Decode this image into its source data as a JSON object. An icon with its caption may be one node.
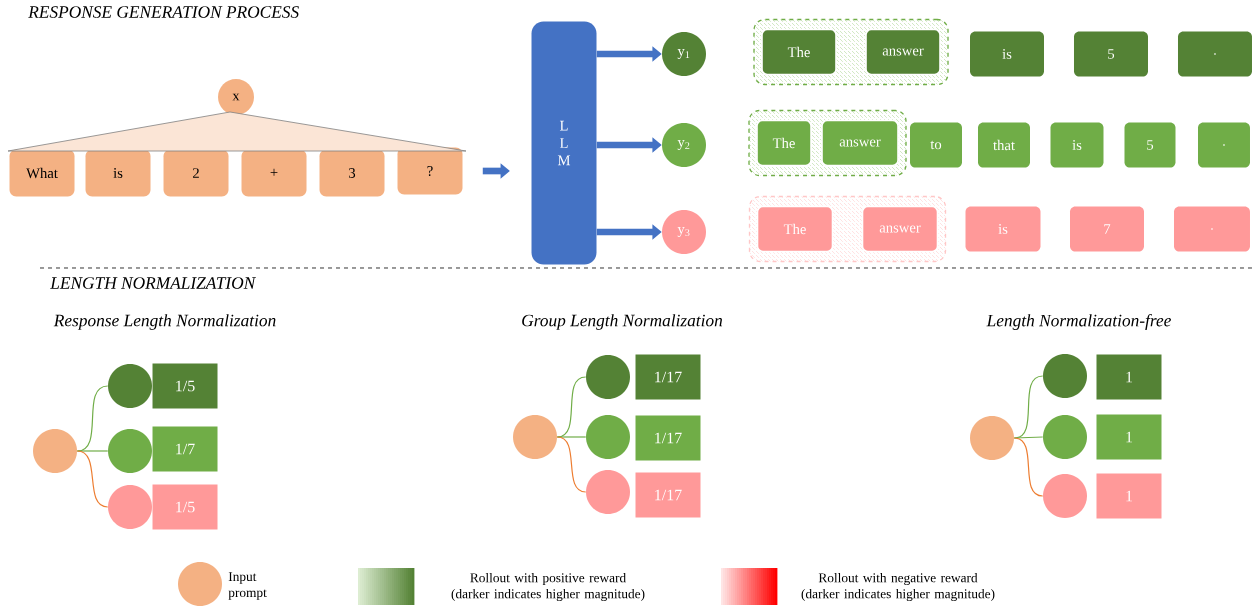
{
  "diagram": {
    "nodes": [
      {
        "text": [
          "x"
        ]
      },
      {
        "text": [
          "What"
        ]
      },
      {
        "text": [
          "is"
        ]
      },
      {
        "text": [
          "2"
        ]
      },
      {
        "text": [
          "+"
        ]
      },
      {
        "text": [
          "3"
        ]
      },
      {
        "text": [
          "?"
        ]
      },
      {
        "text": [
          "L L M"
        ]
      },
      {
        "text": [
          "y$_{1}$"
        ]
      },
      {
        "text": [
          "y$_{2}$"
        ]
      },
      {
        "text": [
          "y$_{3}$"
        ]
      },
      {
        "text": [],
        "shape": "box"
      },
      {
        "text": [
          "The"
        ],
        "in": 11
      },
      {
        "text": [
          "answer"
        ],
        "in": 11
      },
      {
        "text": [
          "is"
        ]
      },
      {
        "text": [
          "5"
        ]
      },
      {
        "text": [
          "."
        ]
      },
      {
        "text": [],
        "shape": "box"
      },
      {
        "text": [
          "The"
        ],
        "in": 17
      },
      {
        "text": [
          "answer"
        ],
        "in": 17
      },
      {
        "text": [
          "to"
        ]
      },
      {
        "text": [
          "that"
        ]
      },
      {
        "text": [
          "is"
        ]
      },
      {
        "text": [
          "5"
        ]
      },
      {
        "text": [
          "."
        ]
      },
      {
        "text": [],
        "shape": "box"
      },
      {
        "text": [
          "The"
        ],
        "in": 25
      },
      {
        "text": [
          "answer"
        ],
        "in": 25
      },
      {
        "text": [
          "is"
        ]
      },
      {
        "text": [
          "7"
        ]
      },
      {
        "text": [
          "."
        ]
      },
      {
        "text": [],
        "shape": "circle"
      },
      {
        "text": [],
        "shape": "circle"
      },
      {
        "text": [],
        "shape": "circle"
      },
      {
        "text": [],
        "shape": "circle"
      },
      {
        "text": [
          "1/5"
        ]
      },
      {
        "text": [
          "1/7"
        ]
      },
      {
        "text": [
          "1/5"
        ]
      },
      {
        "text": [],
        "shape": "circle"
      },
      {
        "text": [],
        "shape": "circle"
      },
      {
        "text": [],
        "shape": "circle"
      },
      {
        "text": [],
        "shape": "circle"
      },
      {
        "text": [
          "1/17"
        ]
      },
      {
        "text": [
          "1/17"
        ]
      },
      {
        "text": [
          "1/17"
        ]
      },
      {
        "text": [],
        "shape": "circle"
      },
      {
        "text": [],
        "shape": "circle"
      },
      {
        "text": [],
        "shape": "circle"
      },
      {
        "text": [],
        "shape": "circle"
      },
      {
        "text": [
          "1"
        ]
      },
      {
        "text": [
          "1"
        ]
      },
      {
        "text": [
          "1"
        ]
      },
      {
        "text": [],
        "shape": "triangle"
      }
    ],
    "edges": [
      {
        "from": 6,
        "to": 7,
        "arrow": "to",
        "style": "thick",
        "color": "#4472c4"
      },
      {
        "from": 7,
        "to": 8,
        "arrow": "to",
        "style": "thick",
        "color": "#4472c4"
      },
      {
        "from": 7,
        "to": 9,
        "arrow": "to",
        "style": "thick",
        "color": "#4472c4"
      },
      {
        "from": 7,
        "to": 10,
        "arrow": "to",
        "style": "thick",
        "color": "#4472c4"
      },
      {
        "from": 31,
        "to": 32,
        "arrow": "none"
      },
      {
        "from": 31,
        "to": 33,
        "arrow": "none"
      },
      {
        "from": 31,
        "to": 34,
        "arrow": "none",
        "color": "#ed7d31"
      },
      {
        "from": 38,
        "to": 39,
        "arrow": "none"
      },
      {
        "from": 38,
        "to": 40,
        "arrow": "none"
      },
      {
        "from": 38,
        "to": 41,
        "arrow": "none",
        "color": "#ed7d31"
      },
      {
        "from": 45,
        "to": 46,
        "arrow": "none"
      },
      {
        "from": 45,
        "to": 47,
        "arrow": "none"
      },
      {
        "from": 45,
        "to": 48,
        "arrow": "none",
        "color": "#ed7d31"
      }
    ],
    "labels": [
      "RESPONSE GENERATION PROCESS",
      "LENGTH NORMALIZATION",
      "Response Length Normalization",
      "Group Length Normalization",
      "Length Normalization-free"
    ],
    "legend": [
      {
        "text": "Input prompt",
        "color": "#f4b183"
      },
      {
        "text": "Rollout with positive reward (darker indicates higher magnitude)"
      },
      {
        "text": "Rollout with negative reward (darker indicates higher magnitude)"
      }
    ]
  }
}
